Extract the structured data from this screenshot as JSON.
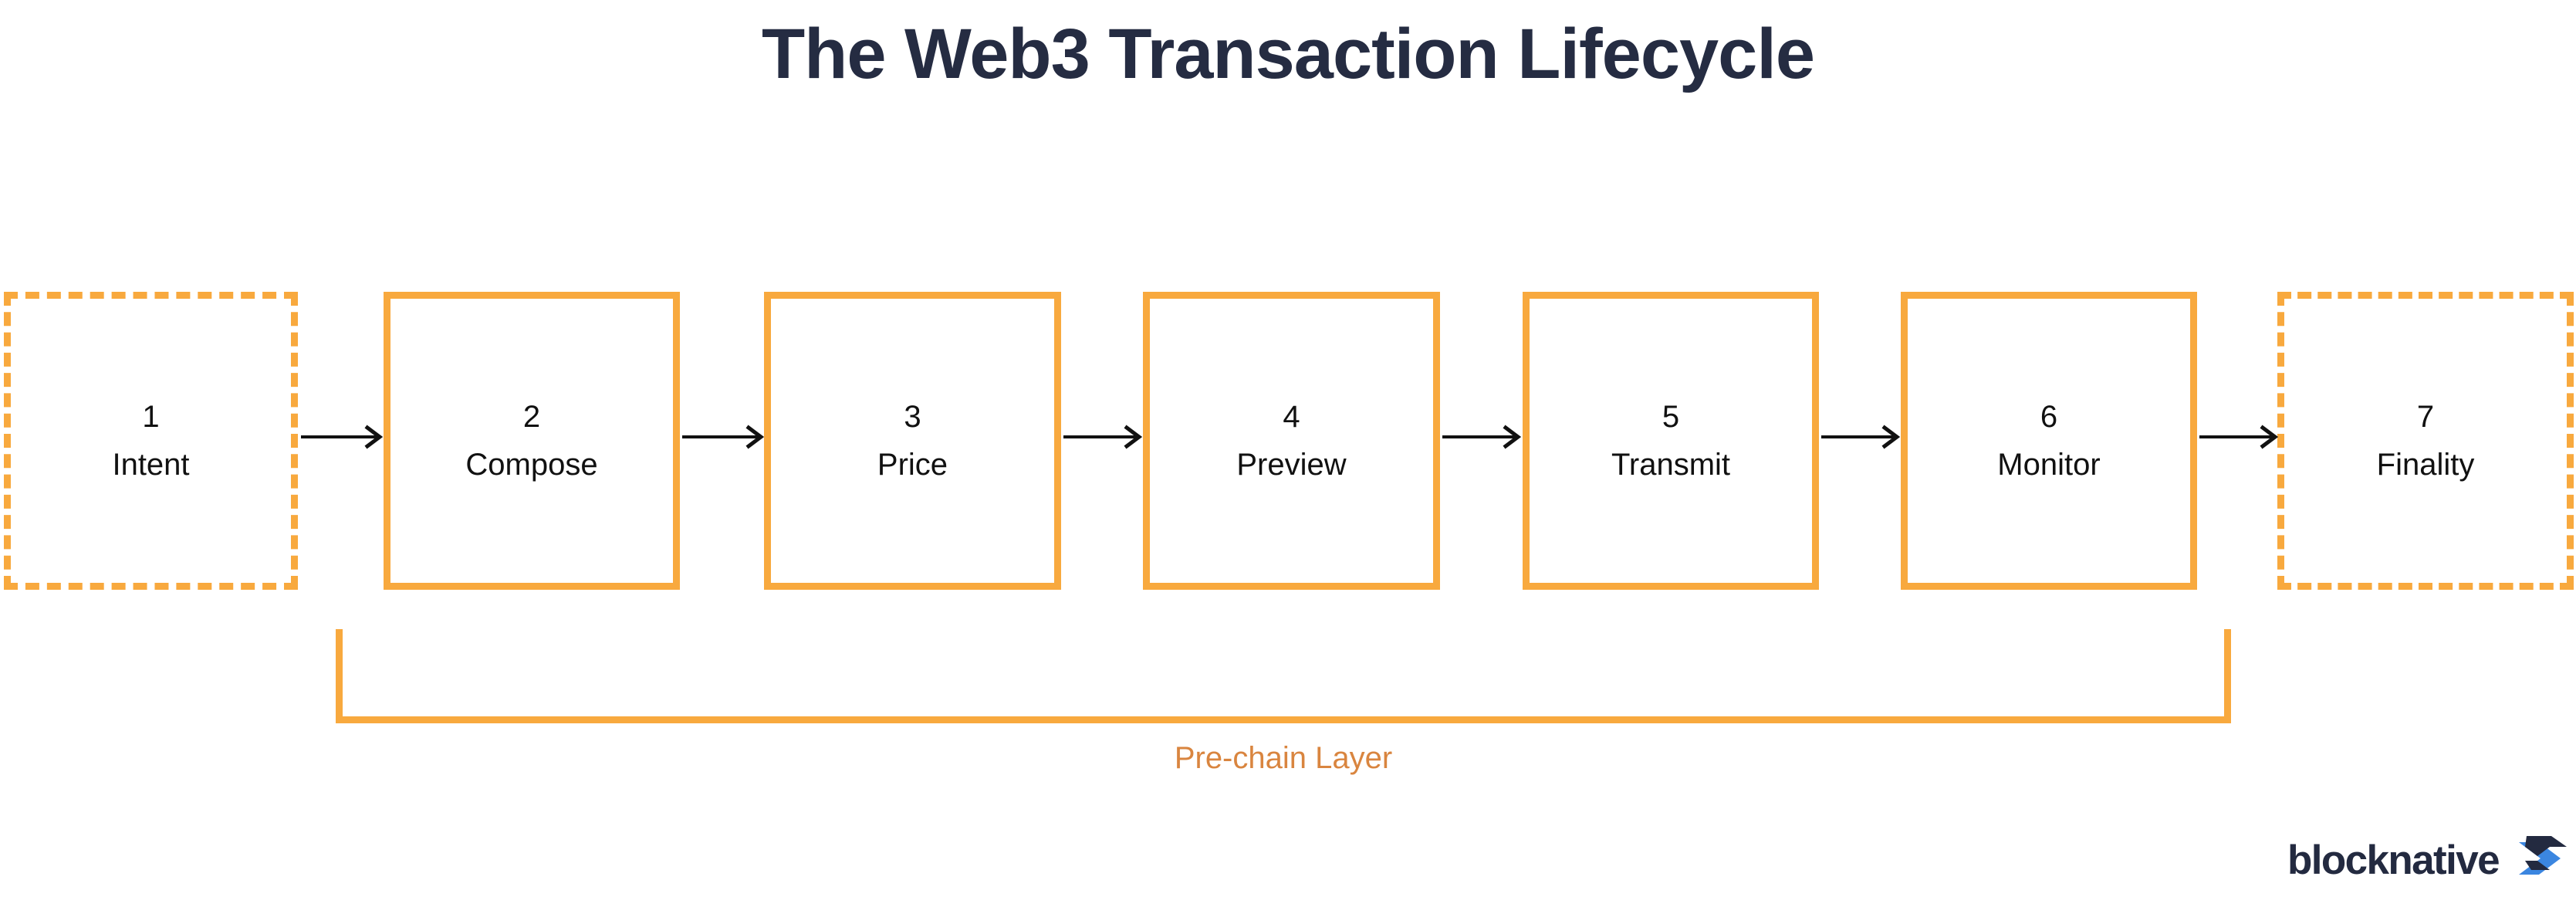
{
  "title": "The Web3 Transaction Lifecycle",
  "theme": {
    "accent_orange": "#f8a93e",
    "label_orange": "#d9853f",
    "title_navy": "#252c42",
    "brand_navy": "#232a40",
    "brand_blue": "#3b86e0",
    "text_black": "#111111",
    "background": "#ffffff"
  },
  "stages": [
    {
      "number": "1",
      "label": "Intent",
      "style": "dashed"
    },
    {
      "number": "2",
      "label": "Compose",
      "style": "solid"
    },
    {
      "number": "3",
      "label": "Price",
      "style": "solid"
    },
    {
      "number": "4",
      "label": "Preview",
      "style": "solid"
    },
    {
      "number": "5",
      "label": "Transmit",
      "style": "solid"
    },
    {
      "number": "6",
      "label": "Monitor",
      "style": "solid"
    },
    {
      "number": "7",
      "label": "Finality",
      "style": "dashed"
    }
  ],
  "connectors": [
    {
      "from": "1",
      "to": "2",
      "icon": "arrow-right-icon"
    },
    {
      "from": "2",
      "to": "3",
      "icon": "arrow-right-icon"
    },
    {
      "from": "3",
      "to": "4",
      "icon": "arrow-right-icon"
    },
    {
      "from": "4",
      "to": "5",
      "icon": "arrow-right-icon"
    },
    {
      "from": "5",
      "to": "6",
      "icon": "arrow-right-icon"
    },
    {
      "from": "6",
      "to": "7",
      "icon": "arrow-right-icon"
    }
  ],
  "bracket": {
    "label": "Pre-chain Layer",
    "spans_stages": [
      "2",
      "3",
      "4",
      "5",
      "6"
    ]
  },
  "brand": {
    "wordmark": "blocknative",
    "mark": "blocknative-chevron-icon"
  }
}
